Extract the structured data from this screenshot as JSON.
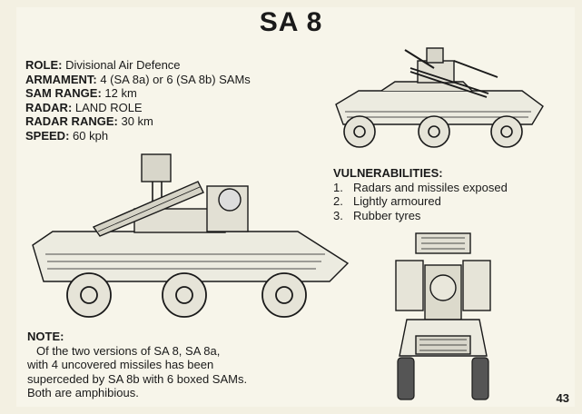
{
  "title": "SA 8",
  "specs": [
    {
      "label": "ROLE:",
      "value": "Divisional Air Defence"
    },
    {
      "label": "ARMAMENT:",
      "value": "4 (SA 8a) or 6 (SA 8b) SAMs"
    },
    {
      "label": "SAM RANGE:",
      "value": "12 km"
    },
    {
      "label": "RADAR:",
      "value": "LAND ROLE"
    },
    {
      "label": "RADAR RANGE:",
      "value": "30 km"
    },
    {
      "label": "SPEED:",
      "value": "60 kph"
    }
  ],
  "vulnerabilities": {
    "heading": "VULNERABILITIES:",
    "items": [
      {
        "num": "1.",
        "text": "Radars and missiles exposed"
      },
      {
        "num": "2.",
        "text": "Lightly armoured"
      },
      {
        "num": "3.",
        "text": "Rubber tyres"
      }
    ]
  },
  "note": {
    "heading": "NOTE:",
    "lines": [
      "Of the two versions of SA 8, SA 8a,",
      "with 4 uncovered missiles has been",
      "superceded by SA 8b with 6 boxed SAMs.",
      "Both are amphibious."
    ]
  },
  "page_number": "43",
  "illustrations": {
    "top_vehicle": "sa8a-side-view-small",
    "side_vehicle": "sa8b-side-view-large",
    "front_vehicle": "sa8-front-view"
  }
}
